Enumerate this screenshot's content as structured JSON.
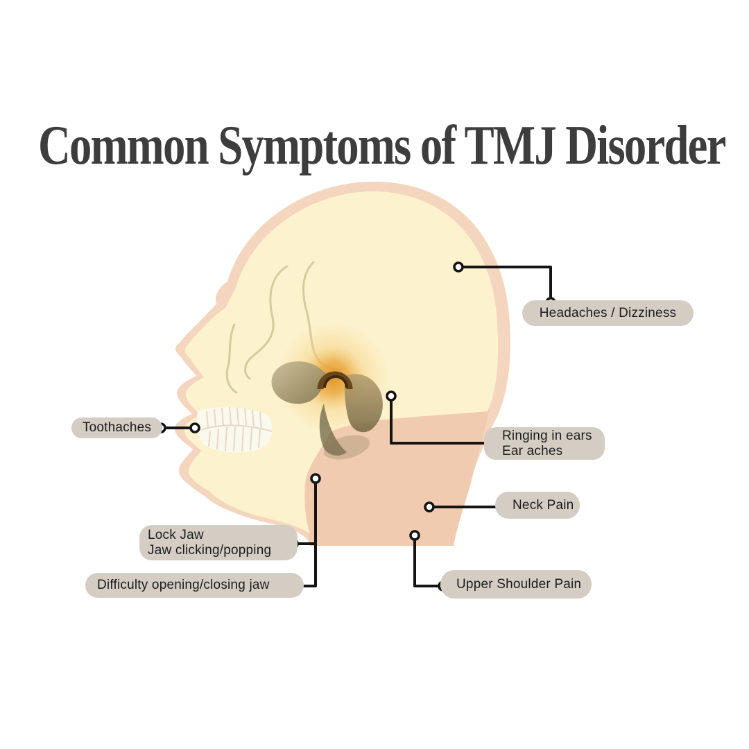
{
  "title": "Common Symptoms of TMJ Disorder",
  "callouts": {
    "headaches": {
      "label": "Headaches / Dizziness"
    },
    "ringing": {
      "line1": "Ringing in ears",
      "line2": "Ear aches"
    },
    "neck": {
      "label": "Neck Pain"
    },
    "shoulder": {
      "label": "Upper Shoulder Pain"
    },
    "toothaches": {
      "label": "Toothaches"
    },
    "lockjaw": {
      "line1": "Lock Jaw",
      "line2": "Jaw clicking/popping"
    },
    "difficulty": {
      "label": "Difficulty opening/closing jaw"
    }
  },
  "colors": {
    "background": "#ffffff",
    "title_text": "#3d3d3d",
    "pill_background": "#d4cdc4",
    "pill_text": "#1c1c1c",
    "connector": "#141414",
    "skin": "#f4d6bf",
    "neck_shade": "#f1cbaf",
    "skull": "#fdf2ce",
    "suture": "#c9bc8e",
    "tmj_glow": "#e0941f",
    "teeth": "#fbf8ee"
  }
}
